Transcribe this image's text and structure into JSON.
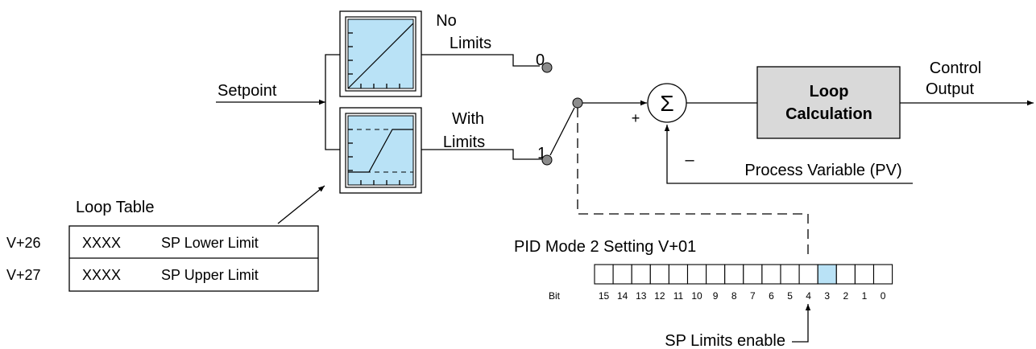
{
  "labels": {
    "setpoint": "Setpoint",
    "no_limits_line1": "No",
    "no_limits_line2": "Limits",
    "with_limits_line1": "With",
    "with_limits_line2": "Limits",
    "switch_0": "0",
    "switch_1": "1",
    "sum_symbol": "Σ",
    "plus": "+",
    "minus": "–",
    "loop_calc_line1": "Loop",
    "loop_calc_line2": "Calculation",
    "control_output_line1": "Control",
    "control_output_line2": "Output",
    "process_variable": "Process Variable (PV)"
  },
  "loop_table": {
    "title": "Loop Table",
    "rows": [
      {
        "address": "V+26",
        "value": "XXXX",
        "description": "SP Lower Limit"
      },
      {
        "address": "V+27",
        "value": "XXXX",
        "description": "SP Upper Limit"
      }
    ]
  },
  "pid_mode": {
    "title": "PID Mode 2 Setting V+01",
    "bit_prefix": "Bit",
    "bits": [
      "15",
      "14",
      "13",
      "12",
      "11",
      "10",
      "9",
      "8",
      "7",
      "6",
      "5",
      "4",
      "3",
      "2",
      "1",
      "0"
    ],
    "highlighted_bit": "3",
    "enable_label": "SP Limits enable"
  },
  "colors": {
    "screen_fill": "#b9e2f6",
    "highlight_fill": "#b9e2f6",
    "loop_box_fill": "#d9d9d9",
    "node_fill": "#8c8c8c"
  }
}
